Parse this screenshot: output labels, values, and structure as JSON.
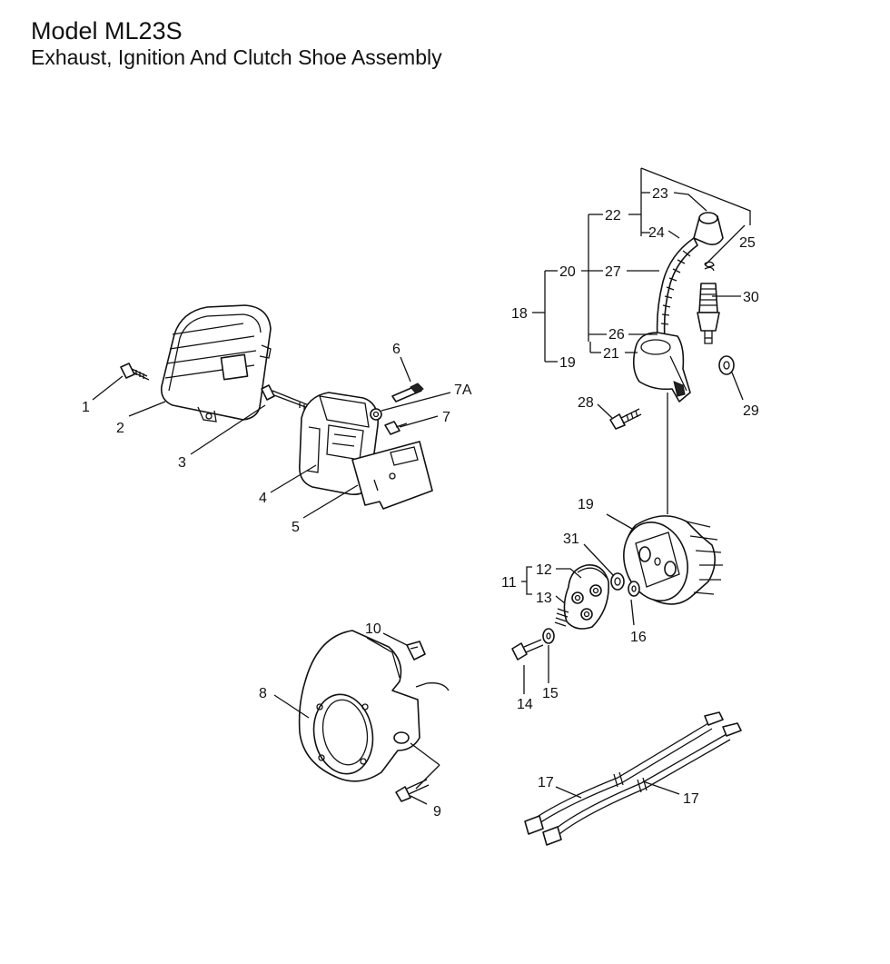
{
  "header": {
    "model": "Model ML23S",
    "subtitle": "Exhaust, Ignition And Clutch Shoe Assembly"
  },
  "callouts": [
    {
      "id": "c1",
      "text": "1"
    },
    {
      "id": "c2",
      "text": "2"
    },
    {
      "id": "c3",
      "text": "3"
    },
    {
      "id": "c4",
      "text": "4"
    },
    {
      "id": "c5",
      "text": "5"
    },
    {
      "id": "c6",
      "text": "6"
    },
    {
      "id": "c7a",
      "text": "7A"
    },
    {
      "id": "c7",
      "text": "7"
    },
    {
      "id": "c8",
      "text": "8"
    },
    {
      "id": "c9",
      "text": "9"
    },
    {
      "id": "c10",
      "text": "10"
    },
    {
      "id": "c11",
      "text": "11"
    },
    {
      "id": "c12",
      "text": "12"
    },
    {
      "id": "c13",
      "text": "13"
    },
    {
      "id": "c14",
      "text": "14"
    },
    {
      "id": "c15",
      "text": "15"
    },
    {
      "id": "c16",
      "text": "16"
    },
    {
      "id": "c17a",
      "text": "17"
    },
    {
      "id": "c17b",
      "text": "17"
    },
    {
      "id": "c18",
      "text": "18"
    },
    {
      "id": "c19a",
      "text": "19"
    },
    {
      "id": "c19b",
      "text": "19"
    },
    {
      "id": "c20",
      "text": "20"
    },
    {
      "id": "c21",
      "text": "21"
    },
    {
      "id": "c22",
      "text": "22"
    },
    {
      "id": "c23",
      "text": "23"
    },
    {
      "id": "c24",
      "text": "24"
    },
    {
      "id": "c25",
      "text": "25"
    },
    {
      "id": "c26",
      "text": "26"
    },
    {
      "id": "c27",
      "text": "27"
    },
    {
      "id": "c28",
      "text": "28"
    },
    {
      "id": "c29",
      "text": "29"
    },
    {
      "id": "c30",
      "text": "30"
    },
    {
      "id": "c31",
      "text": "31"
    }
  ]
}
